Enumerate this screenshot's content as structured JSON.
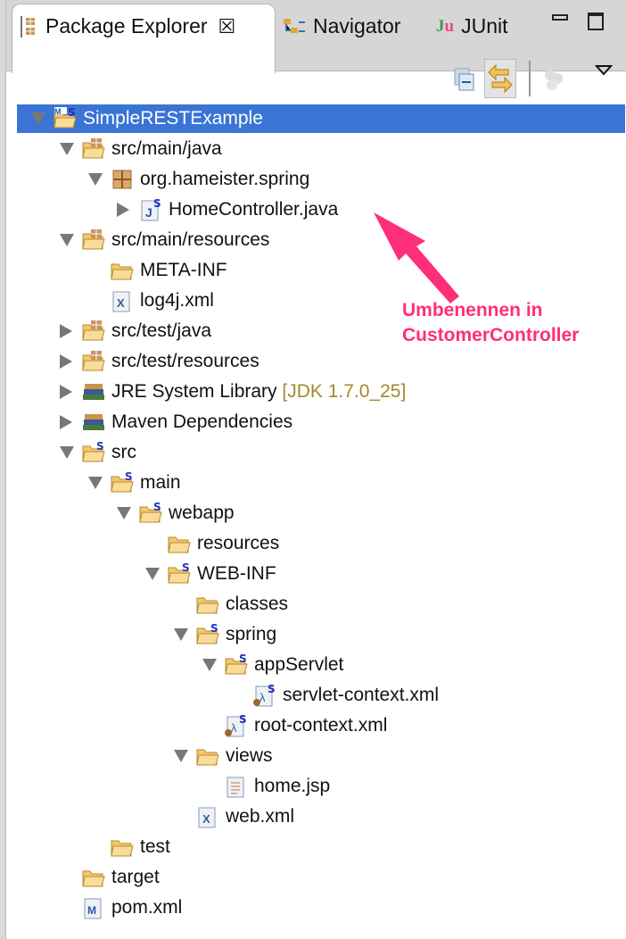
{
  "tabs": [
    {
      "label": "Package Explorer",
      "icon": "package-explorer-icon",
      "active": true
    },
    {
      "label": "Navigator",
      "icon": "navigator-icon"
    },
    {
      "label": "JUnit",
      "icon": "junit-icon"
    }
  ],
  "toolbar": [
    "collapse-all-icon",
    "link-with-editor-icon",
    "focus-task-icon",
    "view-menu-icon"
  ],
  "tree": [
    {
      "label": "SimpleRESTExample",
      "level": 0,
      "state": "open",
      "icon": "project",
      "selected": true
    },
    {
      "label": "src/main/java",
      "level": 1,
      "state": "open",
      "icon": "srcfolder"
    },
    {
      "label": "org.hameister.spring",
      "level": 2,
      "state": "open",
      "icon": "package"
    },
    {
      "label": "HomeController.java",
      "level": 3,
      "state": "closed",
      "icon": "java"
    },
    {
      "label": "src/main/resources",
      "level": 1,
      "state": "open",
      "icon": "srcfolder"
    },
    {
      "label": "META-INF",
      "level": 2,
      "state": "none",
      "icon": "folder"
    },
    {
      "label": "log4j.xml",
      "level": 2,
      "state": "none",
      "icon": "xml"
    },
    {
      "label": "src/test/java",
      "level": 1,
      "state": "closed",
      "icon": "srcfolder"
    },
    {
      "label": "src/test/resources",
      "level": 1,
      "state": "closed",
      "icon": "srcfolder"
    },
    {
      "label": "JRE System Library",
      "decoration": "[JDK 1.7.0_25]",
      "level": 1,
      "state": "closed",
      "icon": "library"
    },
    {
      "label": "Maven Dependencies",
      "level": 1,
      "state": "closed",
      "icon": "library"
    },
    {
      "label": "src",
      "level": 1,
      "state": "open",
      "icon": "sfolder"
    },
    {
      "label": "main",
      "level": 2,
      "state": "open",
      "icon": "sfolder"
    },
    {
      "label": "webapp",
      "level": 3,
      "state": "open",
      "icon": "sfolder"
    },
    {
      "label": "resources",
      "level": 4,
      "state": "none",
      "icon": "folder"
    },
    {
      "label": "WEB-INF",
      "level": 4,
      "state": "open",
      "icon": "sfolder"
    },
    {
      "label": "classes",
      "level": 5,
      "state": "none",
      "icon": "folder"
    },
    {
      "label": "spring",
      "level": 5,
      "state": "open",
      "icon": "sfolder"
    },
    {
      "label": "appServlet",
      "level": 6,
      "state": "open",
      "icon": "sfolder"
    },
    {
      "label": "servlet-context.xml",
      "level": 7,
      "state": "none",
      "icon": "springxml"
    },
    {
      "label": "root-context.xml",
      "level": 6,
      "state": "none",
      "icon": "springxml"
    },
    {
      "label": "views",
      "level": 5,
      "state": "open",
      "icon": "folder"
    },
    {
      "label": "home.jsp",
      "level": 6,
      "state": "none",
      "icon": "jsp"
    },
    {
      "label": "web.xml",
      "level": 5,
      "state": "none",
      "icon": "xml"
    },
    {
      "label": "test",
      "level": 2,
      "state": "none",
      "icon": "folder"
    },
    {
      "label": "target",
      "level": 1,
      "state": "none",
      "icon": "folder"
    },
    {
      "label": "pom.xml",
      "level": 1,
      "state": "none",
      "icon": "maven"
    }
  ],
  "annotation": {
    "line1": "Umbenennen in",
    "line2": "CustomerController",
    "color": "#ff2e7a"
  }
}
